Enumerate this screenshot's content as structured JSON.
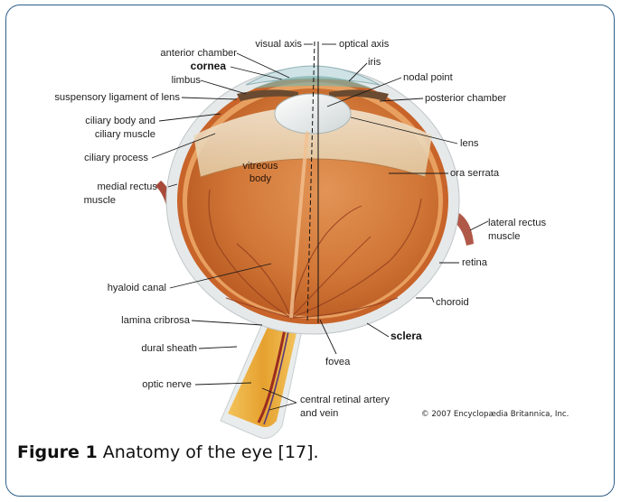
{
  "labels": {
    "anterior_chamber": "anterior chamber",
    "cornea": "cornea",
    "limbus": "limbus",
    "suspensory_ligament": "suspensory ligament of lens",
    "ciliary_body_1": "ciliary body and",
    "ciliary_body_2": "ciliary muscle",
    "ciliary_process": "ciliary process",
    "medial_rectus_1": "medial rectus",
    "medial_rectus_2": "muscle",
    "hyaloid_canal": "hyaloid canal",
    "lamina_cribrosa": "lamina cribrosa",
    "dural_sheath": "dural sheath",
    "optic_nerve": "optic nerve",
    "visual_axis": "visual axis",
    "optical_axis": "optical axis",
    "iris": "iris",
    "nodal_point": "nodal point",
    "posterior_chamber": "posterior chamber",
    "lens": "lens",
    "ora_serrata": "ora serrata",
    "vitreous_1": "vitreous",
    "vitreous_2": "body",
    "lateral_rectus_1": "lateral rectus",
    "lateral_rectus_2": "muscle",
    "retina": "retina",
    "choroid": "choroid",
    "sclera": "sclera",
    "fovea": "fovea",
    "central_artery_1": "central retinal artery",
    "central_artery_2": "and vein"
  },
  "copyright": "© 2007 Encyclopædia Britannica, Inc.",
  "caption": {
    "bold": "Figure 1",
    "text": " Anatomy of the eye [17]."
  },
  "colors": {
    "frame": "#2f5f8a",
    "sclera": "#e6e9ea",
    "choroid": "#c8642a",
    "vitreous": "#d07a3c",
    "nerve": "#e8a030"
  }
}
